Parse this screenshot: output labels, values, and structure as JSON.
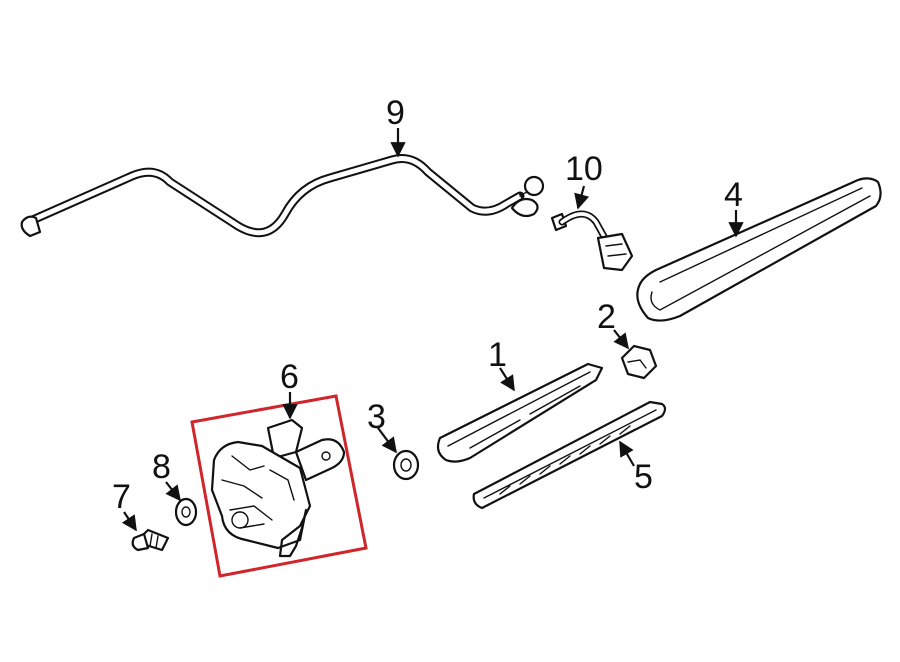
{
  "callouts": {
    "c1": "1",
    "c2": "2",
    "c3": "3",
    "c4": "4",
    "c5": "5",
    "c6": "6",
    "c7": "7",
    "c8": "8",
    "c9": "9",
    "c10": "10"
  },
  "highlight_color": "#d0252b"
}
